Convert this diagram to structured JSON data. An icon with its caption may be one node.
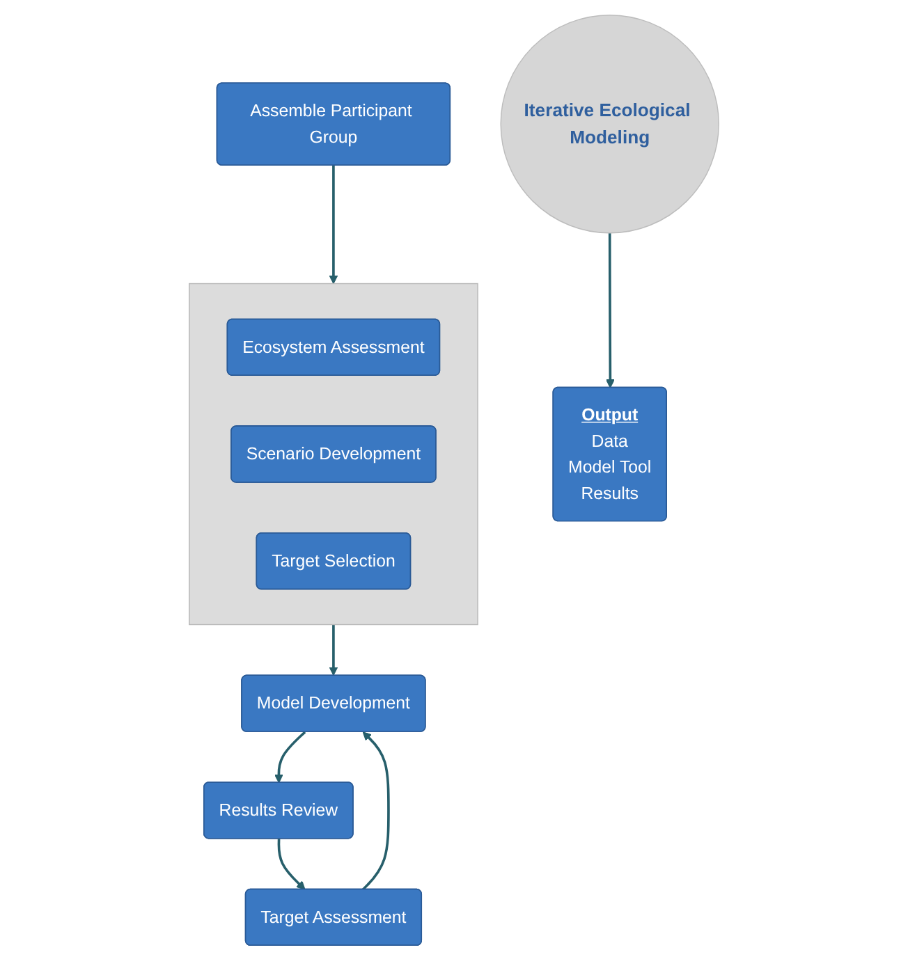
{
  "diagram": {
    "nodes": [
      {
        "text": [
          "Assemble Participant Group"
        ]
      },
      {
        "text": [],
        "shape": "box"
      },
      {
        "text": [
          "Ecosystem Assessment"
        ],
        "in": 1
      },
      {
        "text": [
          "Scenario Development"
        ],
        "in": 1
      },
      {
        "text": [
          "Target Selection"
        ],
        "in": 1
      },
      {
        "text": [
          "Iterative Ecological Modeling"
        ]
      },
      {
        "text": [
          "Model Development"
        ]
      },
      {
        "text": [
          "Results Review"
        ]
      },
      {
        "text": [
          "Target Assessment"
        ]
      },
      {
        "text": [
          "Output",
          "Data",
          "Model Tool",
          "Results"
        ]
      }
    ],
    "edges": [
      {
        "from": 0,
        "to": 1,
        "arrow": "to"
      },
      {
        "from": 1,
        "to": 6,
        "arrow": "to"
      },
      {
        "from": 6,
        "to": 7,
        "arrow": "to"
      },
      {
        "from": 7,
        "to": 8,
        "arrow": "to"
      },
      {
        "from": 8,
        "to": 6,
        "arrow": "to"
      },
      {
        "from": 5,
        "to": 9,
        "arrow": "to"
      }
    ]
  }
}
